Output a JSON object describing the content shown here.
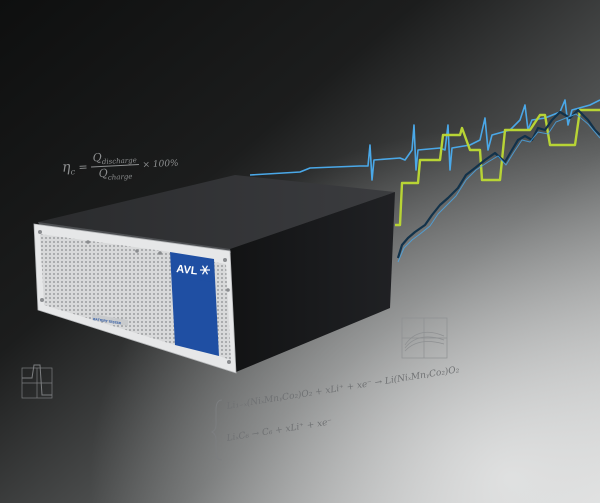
{
  "brand": {
    "logo_text": "AVL",
    "model_label": "BATTERY TESTER"
  },
  "formulas": {
    "efficiency_lhs": "η",
    "efficiency_sub": "c",
    "efficiency_num": "Q",
    "efficiency_num_sub": "discharge",
    "efficiency_den": "Q",
    "efficiency_den_sub": "charge",
    "efficiency_tail": "× 100%",
    "reaction_1": "Li₁₋ₓ(NiₓMnᵧCo₂)O₂ + xLi⁺ + xe⁻ → Li(NiₓMnᵧCo₂)O₂",
    "reaction_2": "LiₓC₆ → C₆ + xLi⁺ + xe⁻"
  },
  "colors": {
    "background_dark": "#141515",
    "background_light": "#d4d5d5",
    "trace_blue": "#4aa8e8",
    "trace_green": "#b8d435",
    "trace_navy": "#12324a",
    "logo_blue": "#1f4fa3",
    "chassis": "#1b1c1e",
    "panel": "#e6e7e8"
  }
}
